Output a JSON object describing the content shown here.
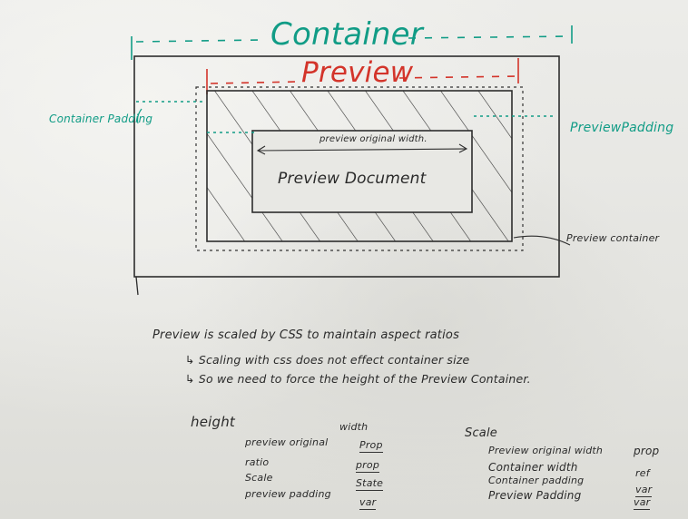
{
  "diagram": {
    "container_label": "Container",
    "preview_label": "Preview",
    "container_padding_label": "Container Padding",
    "preview_padding_label": "PreviewPadding",
    "preview_original_width_label": "preview original width.",
    "preview_document_label": "Preview Document",
    "preview_container_label": "Preview container"
  },
  "notes": {
    "line1": "Preview is scaled by CSS to maintain aspect ratios",
    "line2": "↳ Scaling with css does not effect container size",
    "line3": "↳ So we need to force the height of the Preview Container."
  },
  "height_table": {
    "heading": "height",
    "col_header": "width",
    "rows": [
      {
        "label": "preview original",
        "value": "Prop"
      },
      {
        "label": "ratio",
        "value": "prop"
      },
      {
        "label": "Scale",
        "value": "State"
      },
      {
        "label": "preview padding",
        "value": "var"
      }
    ]
  },
  "scale_table": {
    "heading": "Scale",
    "rows": [
      {
        "label": "Preview original width",
        "value": "prop"
      },
      {
        "label": "Container width",
        "value": "ref"
      },
      {
        "label": "Container padding",
        "value": "var"
      },
      {
        "label": "Preview Padding",
        "value": "var"
      }
    ]
  },
  "colors": {
    "teal": "#119c86",
    "red": "#d3342a",
    "ink": "#2a2a2a"
  }
}
